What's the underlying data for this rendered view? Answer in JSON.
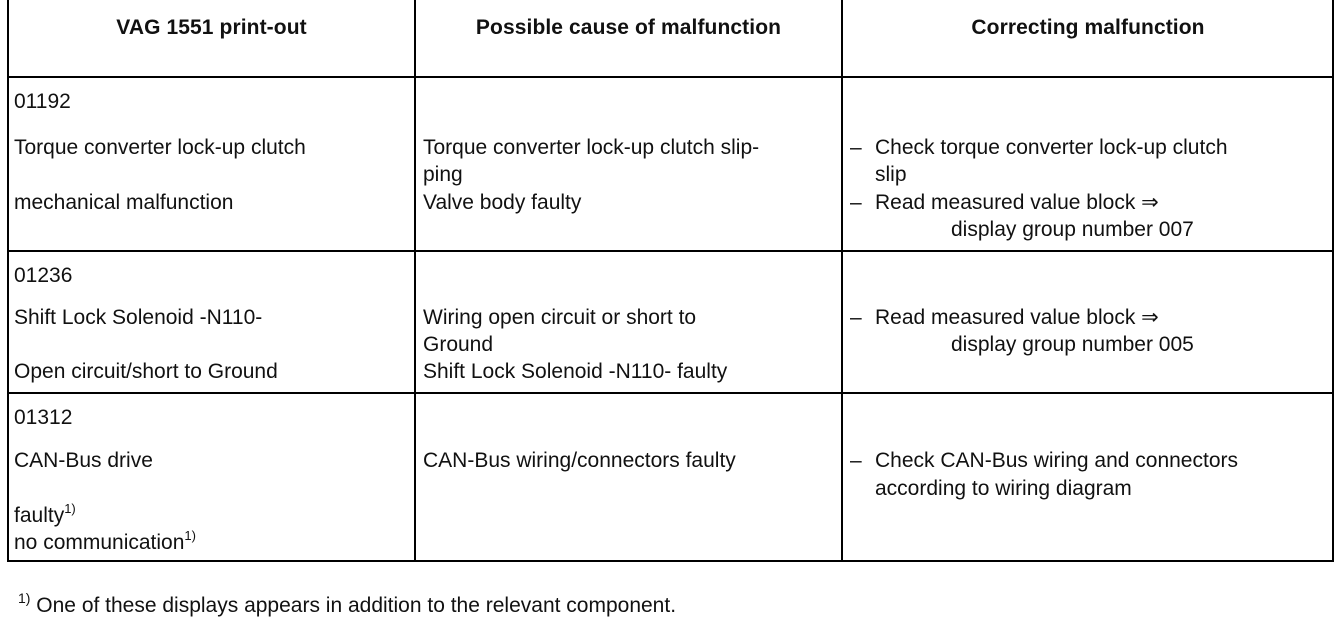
{
  "table": {
    "headers": [
      "VAG 1551 print-out",
      "Possible cause of malfunction",
      "Correcting malfunction"
    ],
    "rows": [
      {
        "code": "01192",
        "component": "Torque converter lock-up clutch",
        "fault": "mechanical malfunction",
        "cause_lines": [
          "Torque converter lock-up clutch slip-",
          "ping",
          "Valve body faulty"
        ],
        "correction": [
          {
            "bullet": "–",
            "lines": [
              "Check torque converter lock-up clutch",
              "slip"
            ]
          },
          {
            "bullet": "–",
            "lines": [
              "Read measured value block ⇒",
              "display group number 007"
            ]
          }
        ]
      },
      {
        "code": "01236",
        "component": "Shift Lock Solenoid -N110-",
        "fault": "Open circuit/short to Ground",
        "cause_lines": [
          "Wiring open circuit or short to",
          "Ground",
          "Shift Lock Solenoid -N110- faulty"
        ],
        "correction": [
          {
            "bullet": "–",
            "lines": [
              "Read measured value block ⇒",
              "display group number 005"
            ]
          }
        ]
      },
      {
        "code": "01312",
        "component": "CAN-Bus drive",
        "fault_lines": [
          "faulty",
          "no communication"
        ],
        "fault_sup": "1)",
        "cause_lines": [
          "CAN-Bus wiring/connectors faulty"
        ],
        "correction": [
          {
            "bullet": "–",
            "lines": [
              "Check CAN-Bus wiring and connectors",
              "according to wiring diagram"
            ]
          }
        ]
      }
    ]
  },
  "footnote": {
    "marker": "1)",
    "text": " One of these displays appears in addition to the relevant component."
  }
}
